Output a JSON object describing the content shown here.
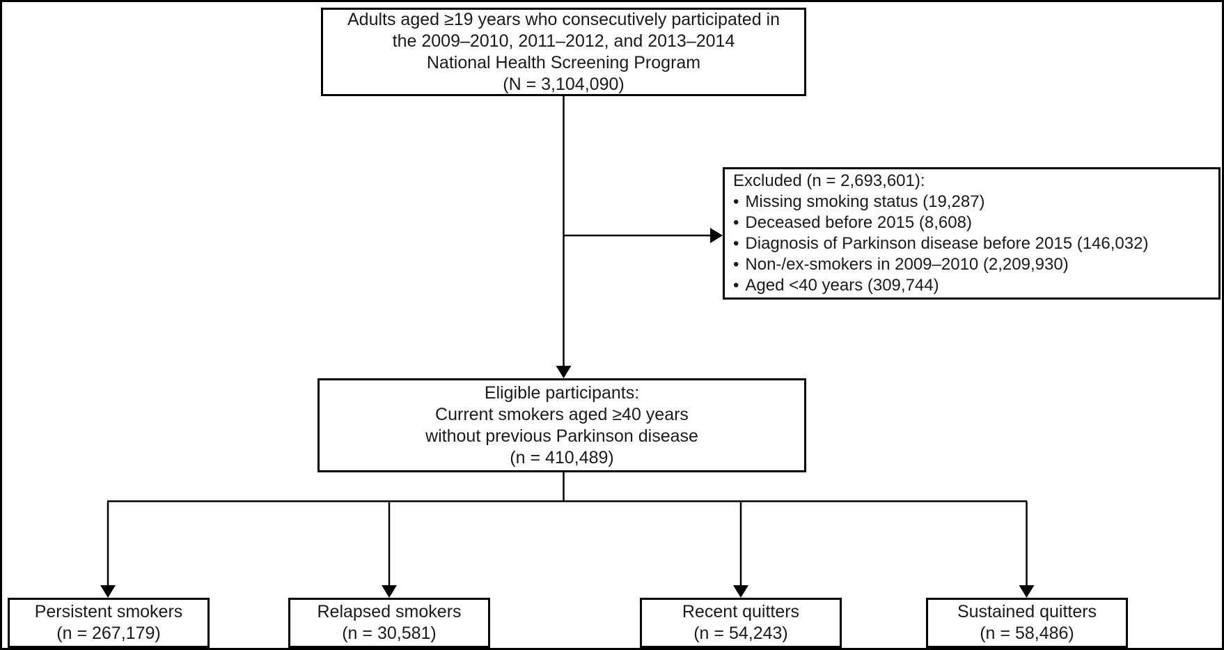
{
  "figure": {
    "top_box": {
      "lines": [
        "Adults aged ≥19 years who consecutively participated in",
        "the 2009–2010, 2011–2012, and 2013–2014",
        "National Health Screening Program",
        "(N = 3,104,090)"
      ]
    },
    "excluded_box": {
      "title": "Excluded (n = 2,693,601):",
      "bullet": "•",
      "items": [
        "Missing smoking status (19,287)",
        "Deceased before 2015 (8,608)",
        "Diagnosis of Parkinson disease before 2015 (146,032)",
        "Non-/ex-smokers in 2009–2010 (2,209,930)",
        "Aged <40 years (309,744)"
      ]
    },
    "eligible_box": {
      "lines": [
        "Eligible participants:",
        "Current smokers aged ≥40 years",
        "without previous Parkinson disease",
        "(n = 410,489)"
      ]
    },
    "outcome_boxes": [
      {
        "label": "Persistent smokers",
        "count": "(n = 267,179)"
      },
      {
        "label": "Relapsed smokers",
        "count": "(n = 30,581)"
      },
      {
        "label": "Recent quitters",
        "count": "(n = 54,243)"
      },
      {
        "label": "Sustained quitters",
        "count": "(n = 58,486)"
      }
    ],
    "colors": {
      "ink": "#000000",
      "background": "#ffffff"
    }
  }
}
